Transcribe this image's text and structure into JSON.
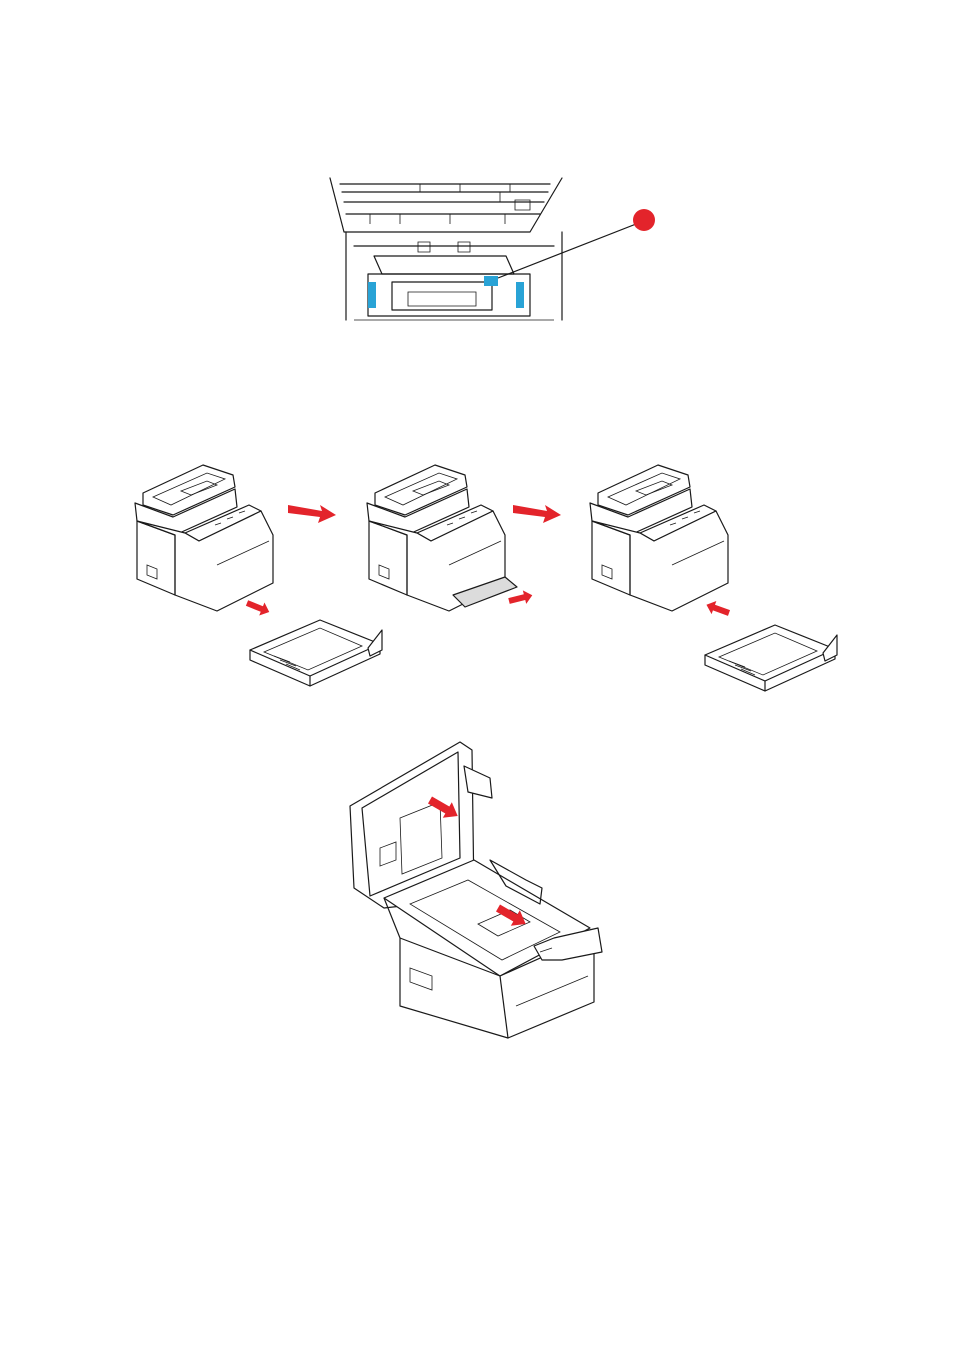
{
  "figures": [
    {
      "id": "fuser-unit",
      "callout": {
        "color": "#e3242b",
        "label": ""
      }
    },
    {
      "id": "tray-removal-sequence",
      "steps": 3,
      "arrow_color": "#e3242b"
    },
    {
      "id": "scanner-lid-lift",
      "arrow_color": "#e3242b"
    }
  ],
  "colors": {
    "accent": "#e3242b",
    "latch": "#29a3d6",
    "line": "#1a1a1a"
  }
}
